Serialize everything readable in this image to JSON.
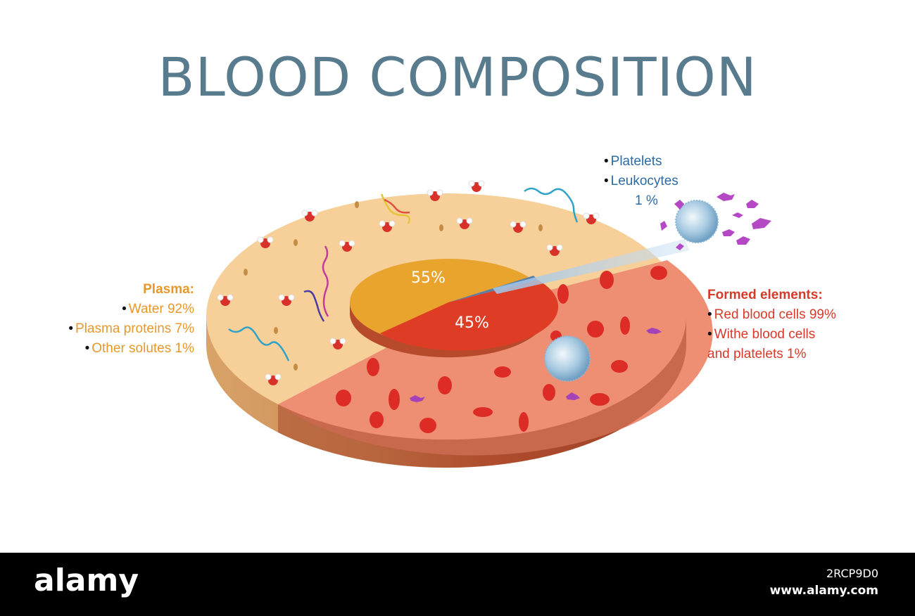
{
  "title": "BLOOD COMPOSITION",
  "center": {
    "plasma_pct": "55%",
    "formed_pct": "45%"
  },
  "plasma": {
    "header": "Plasma:",
    "items": [
      "Water 92%",
      "Plasma proteins 7%",
      "Other solutes 1%"
    ],
    "color": "#e8982b"
  },
  "formed": {
    "header": "Formed elements:",
    "items": [
      "Red blood cells 99%",
      "Withe blood cells"
    ],
    "continuation": "and platelets 1%",
    "color": "#d63a2a"
  },
  "minor": {
    "items": [
      "Platelets",
      "Leukocytes"
    ],
    "percent": "1 %",
    "color": "#2c6ba3"
  },
  "watermark": {
    "logo": "alamy",
    "image_id": "2RCP9D0",
    "url": "www.alamy.com"
  }
}
